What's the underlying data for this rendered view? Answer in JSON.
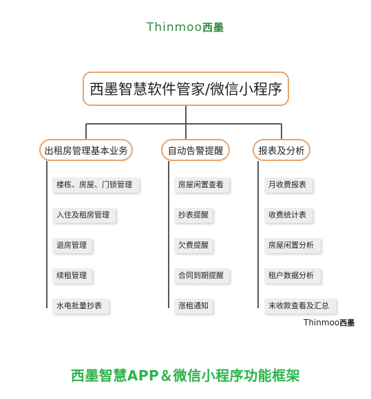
{
  "logo": {
    "brand_en": "Thinmoo",
    "brand_cn": "西墨"
  },
  "root": {
    "label": "西墨智慧软件管家/微信小程序"
  },
  "categories": [
    {
      "label": "出租房管理基本业务",
      "items": [
        "楼栋、房屋、门锁管理",
        "入住及租房管理",
        "退房管理",
        "续租管理",
        "水电批量抄表"
      ]
    },
    {
      "label": "自动告警提醒",
      "items": [
        "房屋闲置查看",
        "抄表提醒",
        "欠费提醒",
        "合同到期提醒",
        "涨租通知"
      ]
    },
    {
      "label": "报表及分析",
      "items": [
        "月收费报表",
        "收费统计表",
        "房屋闲置分析",
        "租户数据分析",
        "末收款查看及汇总"
      ]
    }
  ],
  "footer": {
    "caption": "西墨智慧APP＆微信小程序功能框架"
  },
  "colors": {
    "box_border": "#e8a36a",
    "line": "#555555",
    "caption": "#2cb34a",
    "logo": "#2f8a3c"
  }
}
